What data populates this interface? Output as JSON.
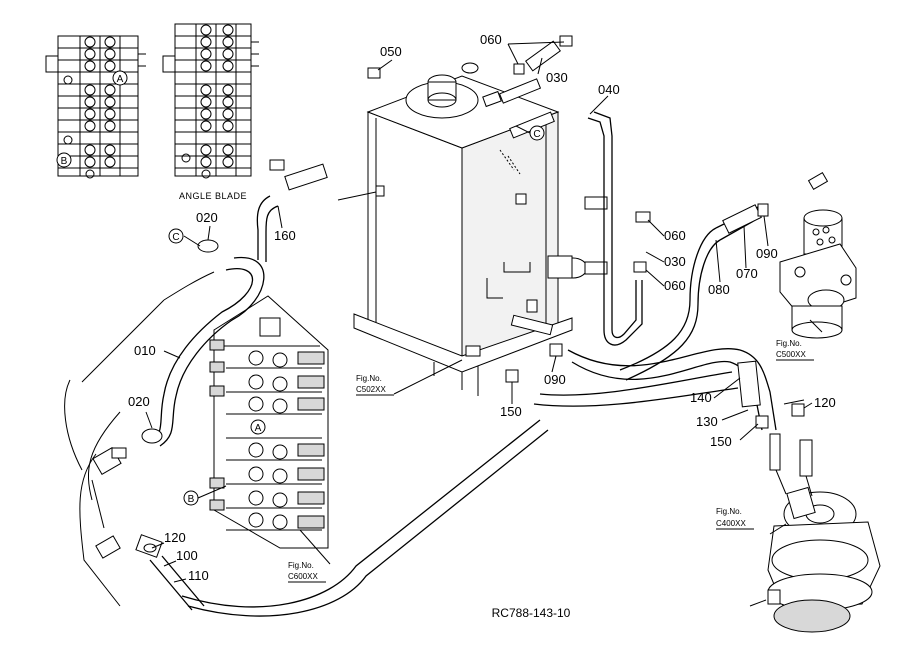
{
  "inset": {
    "caption": "ANGLE BLADE",
    "marker_a": "A",
    "marker_b": "B"
  },
  "callouts": {
    "c050": "050",
    "c060a": "060",
    "c030a": "030",
    "c040": "040",
    "c060b": "060",
    "c030b": "030",
    "c060c": "060",
    "c070": "070",
    "c080": "080",
    "c090a": "090",
    "c020a": "020",
    "c160": "160",
    "c010": "010",
    "c020b": "020",
    "c090b": "090",
    "c150a": "150",
    "c140": "140",
    "c130": "130",
    "c150b": "150",
    "c120a": "120",
    "c120b": "120",
    "c100": "100",
    "c110": "110"
  },
  "circle_markers": {
    "c_left": "C",
    "c_tank": "C",
    "a_valve": "A",
    "b_valve": "B"
  },
  "fig_refs": {
    "tank": {
      "line1": "Fig.No.",
      "line2": "C502XX"
    },
    "swivel": {
      "line1": "Fig.No.",
      "line2": "C500XX"
    },
    "valve": {
      "line1": "Fig.No.",
      "line2": "C600XX"
    },
    "pump": {
      "line1": "Fig.No.",
      "line2": "C400XX"
    }
  },
  "drawing_code": "RC788-143-10"
}
